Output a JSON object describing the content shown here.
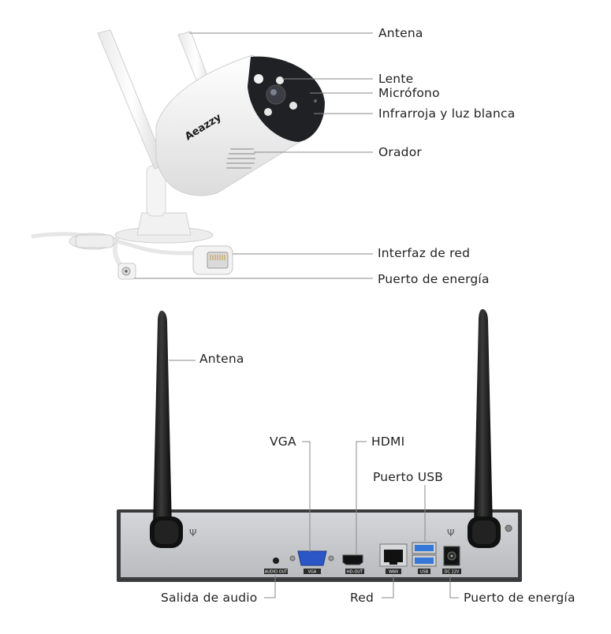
{
  "camera": {
    "brand": "Aeazzy",
    "callouts": {
      "antenna": "Antena",
      "lens": "Lente",
      "microphone": "Micrófono",
      "ir_white_light": "Infrarroja y luz blanca",
      "speaker": "Orador",
      "network_interface": "Interfaz de red",
      "power_port": "Puerto de energía"
    }
  },
  "nvr": {
    "callouts": {
      "antenna": "Antena",
      "vga": "VGA",
      "hdmi": "HDMI",
      "usb": "Puerto USB",
      "audio_out": "Salida de audio",
      "network": "Red",
      "power_port": "Puerto de energía"
    },
    "port_captions": {
      "audio_out": "AUDIO OUT",
      "vga": "VGA",
      "hdmi": "HD-OUT",
      "wan": "WAN",
      "usb": "USB",
      "dc": "DC 12V"
    }
  },
  "colors": {
    "camera_body": "#f4f4f4",
    "nvr_panel": "#c9cbce",
    "nvr_frame": "#3a3b3d",
    "antenna": "#151515",
    "vga_port": "#2a56c6",
    "usb_port": "#3577d6",
    "leader_line": "#8a8a8a"
  }
}
